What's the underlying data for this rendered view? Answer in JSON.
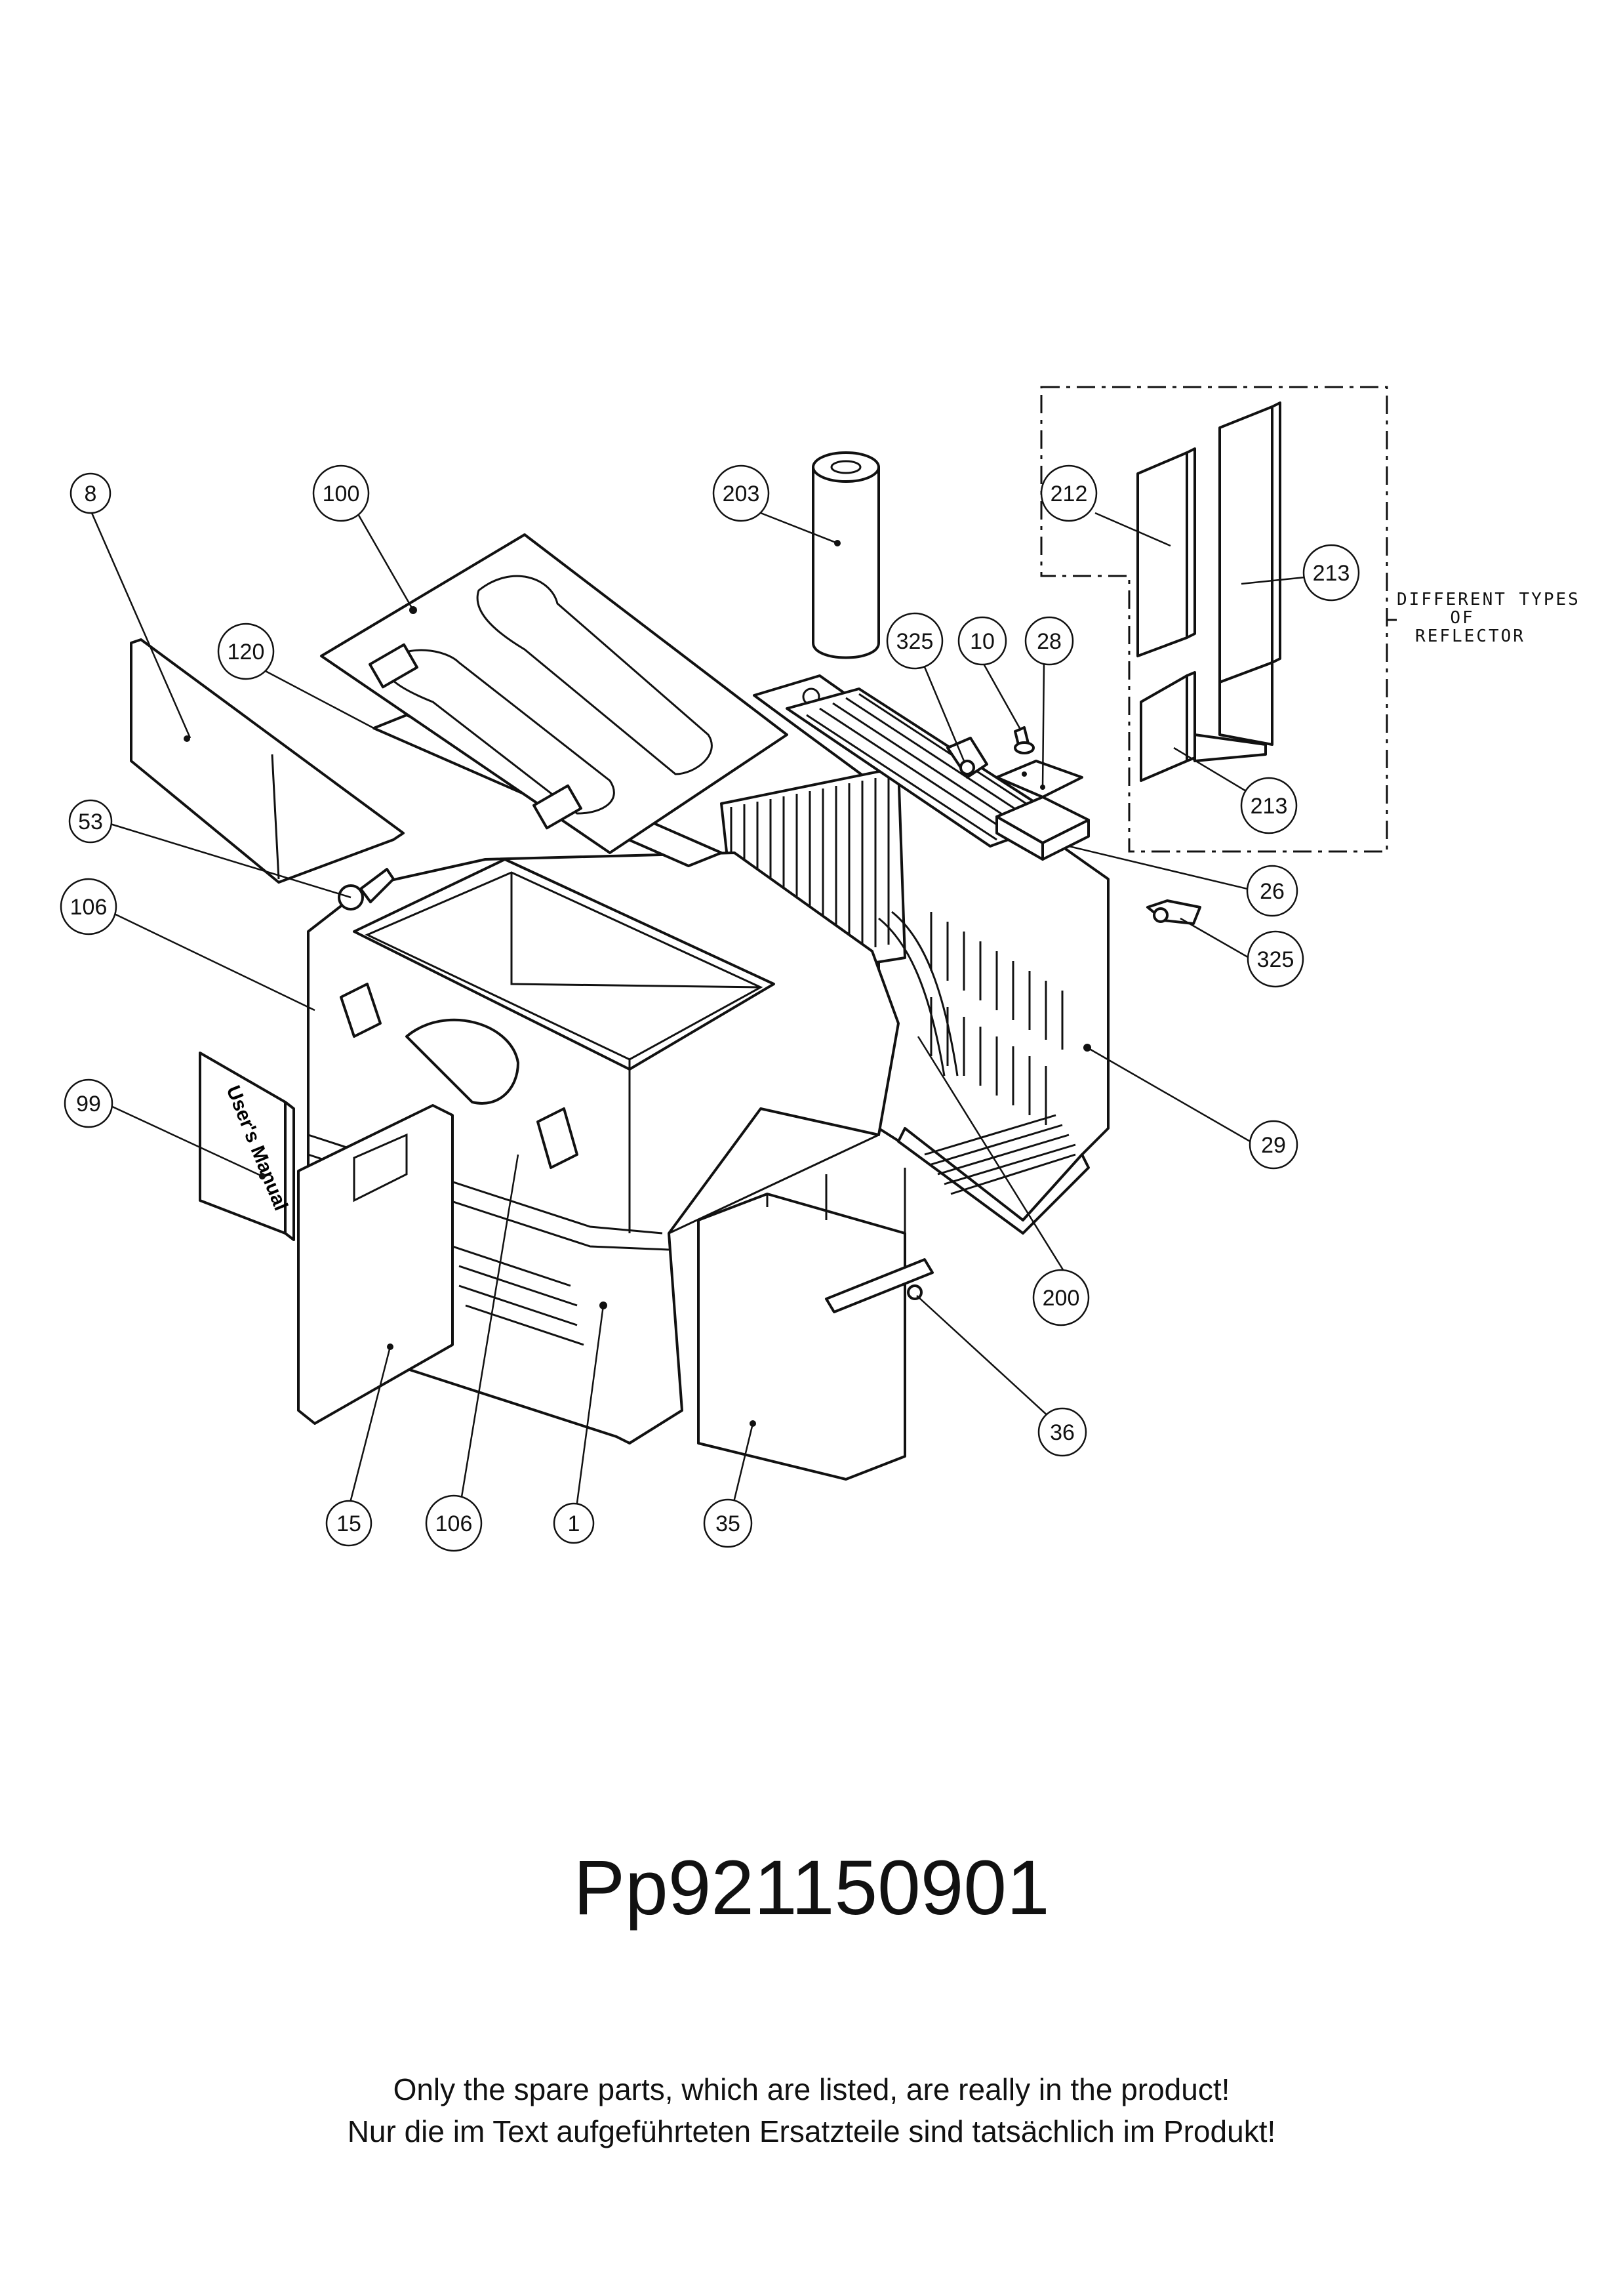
{
  "diagram": {
    "model_number": "Pp921150901",
    "reflector_note": [
      "DIFFERENT TYPES",
      "OF",
      "REFLECTOR"
    ],
    "manual_spine_text": "User's Manual",
    "callouts": [
      {
        "id": "c8",
        "label": "8"
      },
      {
        "id": "c100",
        "label": "100"
      },
      {
        "id": "c203",
        "label": "203"
      },
      {
        "id": "c212",
        "label": "212"
      },
      {
        "id": "c213a",
        "label": "213"
      },
      {
        "id": "c120",
        "label": "120"
      },
      {
        "id": "c325a",
        "label": "325"
      },
      {
        "id": "c10",
        "label": "10"
      },
      {
        "id": "c28",
        "label": "28"
      },
      {
        "id": "c213b",
        "label": "213"
      },
      {
        "id": "c53",
        "label": "53"
      },
      {
        "id": "c26",
        "label": "26"
      },
      {
        "id": "c106a",
        "label": "106"
      },
      {
        "id": "c325b",
        "label": "325"
      },
      {
        "id": "c99",
        "label": "99"
      },
      {
        "id": "c29",
        "label": "29"
      },
      {
        "id": "c200",
        "label": "200"
      },
      {
        "id": "c36",
        "label": "36"
      },
      {
        "id": "c15",
        "label": "15"
      },
      {
        "id": "c106b",
        "label": "106"
      },
      {
        "id": "c1",
        "label": "1"
      },
      {
        "id": "c35",
        "label": "35"
      }
    ]
  },
  "notes": {
    "english": "Only the spare parts, which are listed, are really in the product!",
    "german": "Nur die im Text aufgeführteten Ersatzteile sind tatsächlich im Produkt!"
  }
}
